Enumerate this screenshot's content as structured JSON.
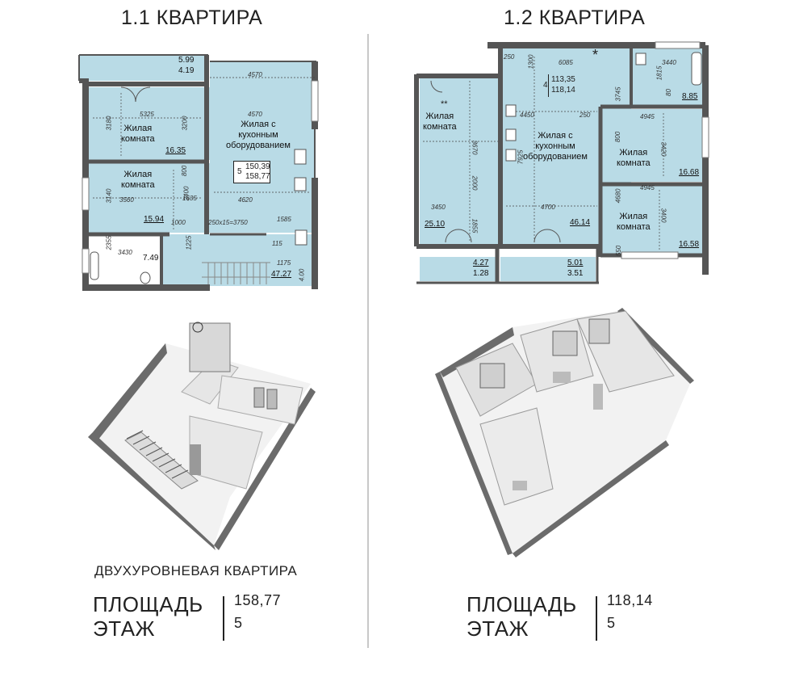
{
  "apartment1": {
    "title": "1.1 КВАРТИРА",
    "plan": {
      "rooms": [
        {
          "name": "Жилая\nкомната",
          "area": "16.35"
        },
        {
          "name": "Жилая\nкомната",
          "area": "15.94"
        },
        {
          "name": "Жилая с\nкухонным\nоборудованием",
          "area": "47.27"
        }
      ],
      "balcony_area_top": "5.99",
      "balcony_area_bottom": "4.19",
      "bath_area": "7.49",
      "info_rooms": "5",
      "info_area_1": "150,39",
      "info_area_2": "158,77",
      "stairs_label": "250x15=3750",
      "dims": [
        "4570",
        "4570",
        "5325",
        "3180",
        "3200",
        "3140",
        "3560",
        "2400",
        "1635",
        "4620",
        "1585",
        "1000",
        "1225",
        "2355",
        "3430",
        "1175",
        "115",
        "800",
        "4.00"
      ]
    },
    "subtitle": "ДВУХУРОВНЕВАЯ КВАРТИРА",
    "area_label": "ПЛОЩАДЬ",
    "area_value": "158,77",
    "floor_label": "ЭТАЖ",
    "floor_value": "5"
  },
  "apartment2": {
    "title": "1.2 КВАРТИРА",
    "plan": {
      "rooms": [
        {
          "name": "Жилая\nкомната",
          "area": "25.10"
        },
        {
          "name": "Жилая с\nкухонным\nоборудованием",
          "area": "46.14"
        },
        {
          "name": "Жилая\nкомната",
          "area": "16.68"
        },
        {
          "name": "Жилая\nкомната",
          "area": "16.58"
        }
      ],
      "bath_area": "8.85",
      "balcony1_top": "4.27",
      "balcony1_bottom": "1.28",
      "balcony2_top": "5.01",
      "balcony2_bottom": "3.51",
      "info_rooms": "4",
      "info_area_1": "113,35",
      "info_area_2": "118,14",
      "star1": "**",
      "star2": "*",
      "dims": [
        "250",
        "1300",
        "6085",
        "3440",
        "1815",
        "3745",
        "4450",
        "250",
        "4945",
        "3670",
        "7925",
        "3420",
        "2000",
        "3450",
        "1855",
        "4700",
        "4680",
        "4945",
        "3400",
        "550",
        "800",
        "80"
      ]
    },
    "area_label": "ПЛОЩАДЬ",
    "area_value": "118,14",
    "floor_label": "ЭТАЖ",
    "floor_value": "5"
  }
}
